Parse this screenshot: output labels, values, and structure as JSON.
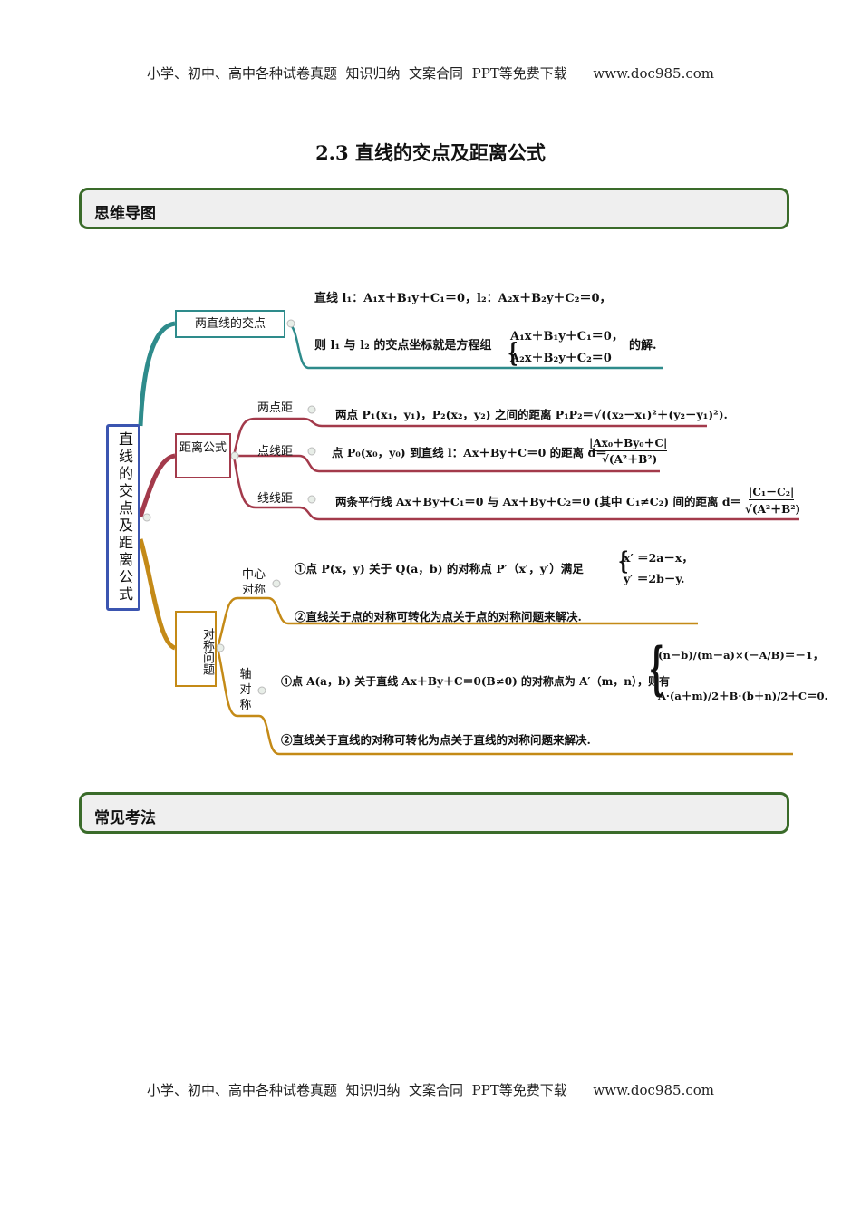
{
  "header": {
    "text": "小学、初中、高中各种试卷真题  知识归纳  文案合同  PPT等免费下载      www.doc985.com"
  },
  "footer": {
    "text": "小学、初中、高中各种试卷真题  知识归纳  文案合同  PPT等免费下载      www.doc985.com"
  },
  "title": "2.3  直线的交点及距离公式",
  "sections": {
    "mindmap": "思维导图",
    "methods": "常见考法"
  },
  "mindmap": {
    "root": "直线的交点及距离公式",
    "branch1": {
      "label": "两直线的交点",
      "line1": "直线 l₁：A₁x＋B₁y＋C₁＝0，l₂：A₂x＋B₂y＋C₂＝0，",
      "line2_pre": "则 l₁ 与 l₂ 的交点坐标就是方程组",
      "eq1": "A₁x＋B₁y＋C₁＝0，",
      "eq2": "A₂x＋B₂y＋C₂＝0",
      "line2_post": "的解."
    },
    "branch2": {
      "label": "距离公式",
      "sub1": {
        "label": "两点距",
        "text": "两点 P₁(x₁，y₁)，P₂(x₂，y₂) 之间的距离 P₁P₂＝√((x₂－x₁)²＋(y₂－y₁)²)."
      },
      "sub2": {
        "label": "点线距",
        "text": "点 P₀(x₀，y₀) 到直线 l：Ax＋By＋C＝0 的距离 d＝",
        "num": "|Ax₀＋By₀＋C|",
        "den": "√(A²＋B²)"
      },
      "sub3": {
        "label": "线线距",
        "text": "两条平行线 Ax＋By＋C₁＝0 与 Ax＋By＋C₂＝0 (其中 C₁≠C₂) 间的距离 d＝",
        "num": "|C₁－C₂|",
        "den": "√(A²＋B²)"
      }
    },
    "branch3": {
      "label": "对称问题",
      "sub1": {
        "label": "中心对称",
        "item1": "①点 P(x，y) 关于 Q(a，b) 的对称点 P′（x′，y′）满足",
        "eq1": "x′ ＝2a－x，",
        "eq2": "y′ ＝2b－y.",
        "item2": "②直线关于点的对称可转化为点关于点的对称问题来解决."
      },
      "sub2": {
        "label": "轴对称",
        "item1": "①点 A(a，b) 关于直线 Ax＋By＋C＝0(B≠0) 的对称点为 A′（m，n），则有",
        "eq1": "(n－b)/(m－a)×(－A/B)＝－1，",
        "eq2": "A·(a＋m)/2＋B·(b＋n)/2＋C＝0.",
        "item2": "②直线关于直线的对称可转化为点关于直线的对称问题来解决."
      }
    }
  }
}
